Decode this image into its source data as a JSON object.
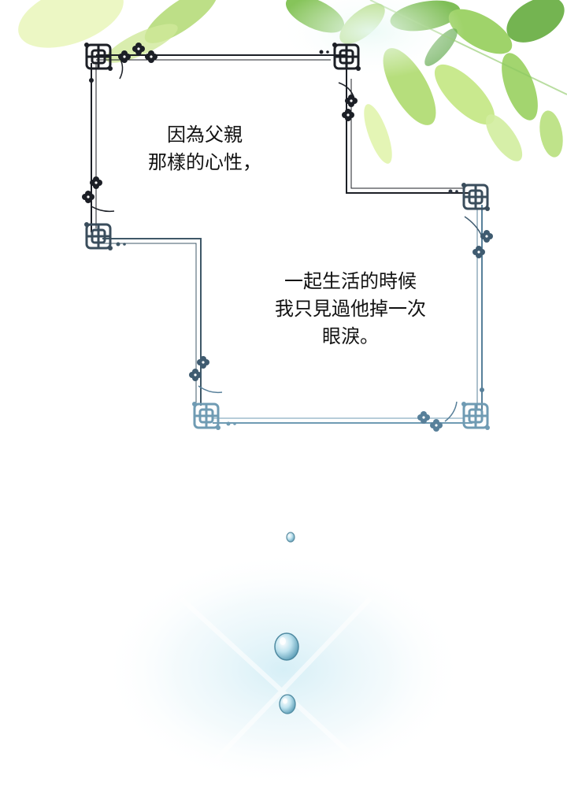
{
  "captions": [
    {
      "lines": [
        "因為父親",
        "那樣的心性，"
      ]
    },
    {
      "lines": [
        "一起生活的時候",
        "我只見過他掉一次",
        "眼淚。"
      ]
    }
  ],
  "colors": {
    "background": "#ffffff",
    "frame_dark": "#1c1f26",
    "frame_light": "#6f9bb3",
    "leaf_light": "#d8ef9a",
    "leaf_mid": "#9fd36a",
    "leaf_dark": "#5fa84a",
    "glow": "#d9f2f7",
    "drop": "#7fbfd6",
    "text": "#111111"
  },
  "icons": [
    "knot-ornament-icon",
    "plum-blossom-icon",
    "water-drop-icon",
    "leaf-icon"
  ]
}
